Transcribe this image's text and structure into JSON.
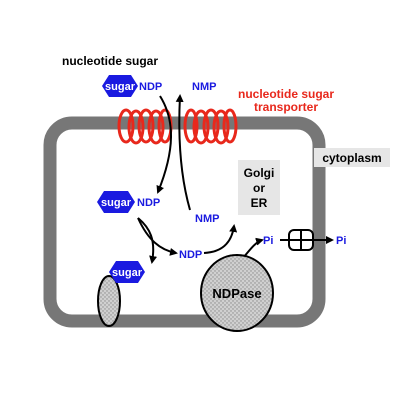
{
  "labels": {
    "nucleotide_sugar": "nucleotide sugar",
    "transporter_line1": "nucleotide sugar",
    "transporter_line2": "transporter",
    "cytoplasm": "cytoplasm",
    "organelle_line1": "Golgi",
    "organelle_line2": "or",
    "organelle_line3": "ER",
    "ndpase": "NDPase"
  },
  "molecules": {
    "sugar_outside": "sugar",
    "ndp_outside": "NDP",
    "nmp_outside": "NMP",
    "sugar_inside": "sugar",
    "ndp_inside": "NDP",
    "nmp_inside": "NMP",
    "ndp_product": "NDP",
    "sugar_acceptor": "sugar",
    "pi_inside": "Pi",
    "pi_outside": "Pi"
  },
  "colors": {
    "membrane": "#777777",
    "transporter": "#e8281c",
    "molecule_text": "#1a1ae0",
    "sugar_fill": "#1a1ae0",
    "transporter_label": "#e8281c",
    "label_box": "#e6e6e6",
    "ndpase_fill": "#c8c8c8",
    "acceptor_fill": "#9a9a9a"
  }
}
